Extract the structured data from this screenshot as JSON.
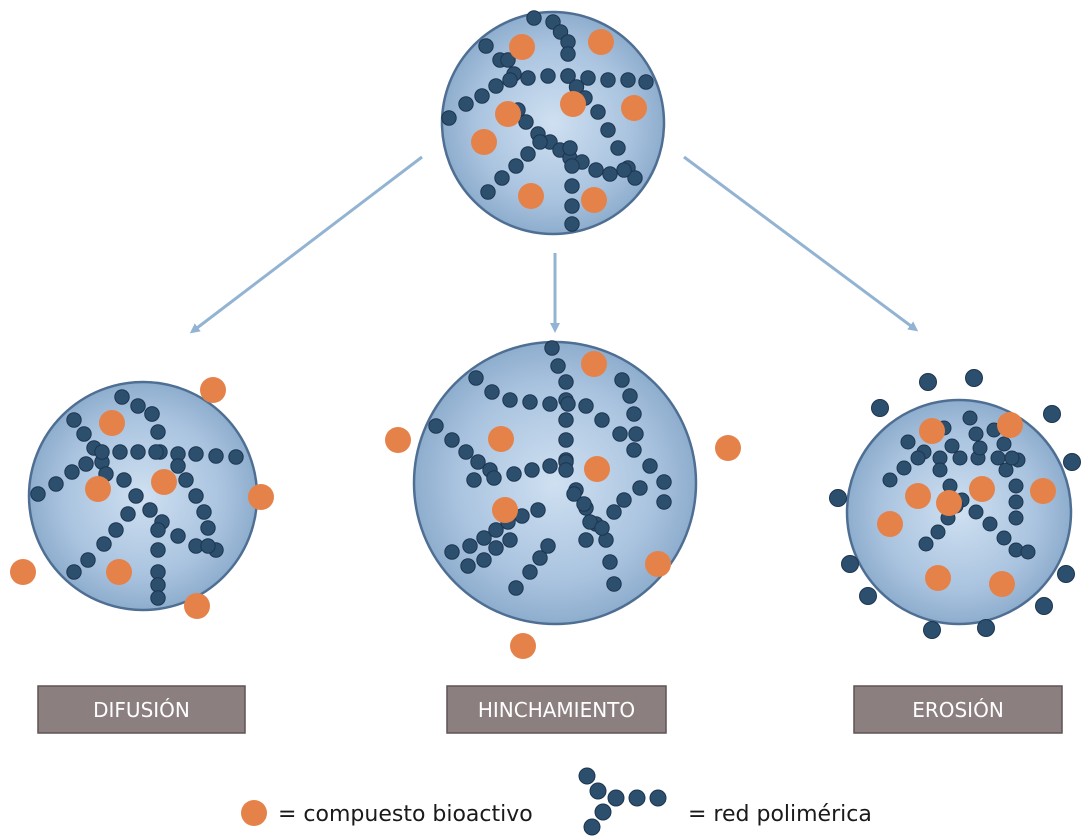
{
  "mechanisms": [
    {
      "label": "DIFUSIÓN"
    },
    {
      "label": "HINCHAMIENTO"
    },
    {
      "label": "EROSIÓN"
    }
  ],
  "legend": {
    "bioactive": "= compuesto bioactivo",
    "network": "= red polimérica"
  },
  "colors": {
    "sphere_center": "#c9dcef",
    "sphere_edge": "#8fb0d0",
    "sphere_stroke": "#4e6f93",
    "bead": "#2d4f6e",
    "bead_stroke": "#1c3550",
    "bioactive": "#e5824a",
    "arrow": "#93b3d3",
    "label_bg": "#8c7f7f"
  }
}
